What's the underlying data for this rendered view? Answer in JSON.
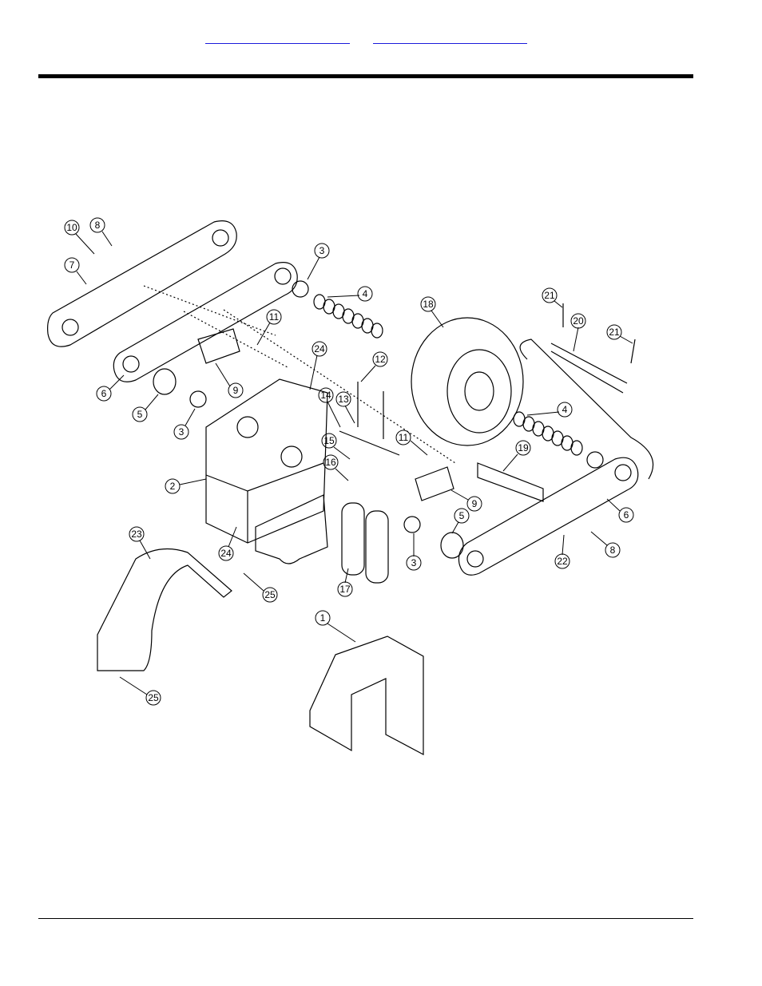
{
  "header": {
    "links": [
      "",
      ""
    ]
  },
  "callouts": [
    {
      "id": "c10",
      "label": "10"
    },
    {
      "id": "c8a",
      "label": "8"
    },
    {
      "id": "c7",
      "label": "7"
    },
    {
      "id": "c3a",
      "label": "3"
    },
    {
      "id": "c4a",
      "label": "4"
    },
    {
      "id": "c18",
      "label": "18"
    },
    {
      "id": "c21a",
      "label": "21"
    },
    {
      "id": "c20",
      "label": "20"
    },
    {
      "id": "c21b",
      "label": "21"
    },
    {
      "id": "c11a",
      "label": "11"
    },
    {
      "id": "c24a",
      "label": "24"
    },
    {
      "id": "c6a",
      "label": "6"
    },
    {
      "id": "c5a",
      "label": "5"
    },
    {
      "id": "c9a",
      "label": "9"
    },
    {
      "id": "c12",
      "label": "12"
    },
    {
      "id": "c3b",
      "label": "3"
    },
    {
      "id": "c14",
      "label": "14"
    },
    {
      "id": "c13",
      "label": "13"
    },
    {
      "id": "c4b",
      "label": "4"
    },
    {
      "id": "c2",
      "label": "2"
    },
    {
      "id": "c15",
      "label": "15"
    },
    {
      "id": "c11b",
      "label": "11"
    },
    {
      "id": "c19",
      "label": "19"
    },
    {
      "id": "c16",
      "label": "16"
    },
    {
      "id": "c9b",
      "label": "9"
    },
    {
      "id": "c6b",
      "label": "6"
    },
    {
      "id": "c23",
      "label": "23"
    },
    {
      "id": "c5b",
      "label": "5"
    },
    {
      "id": "c8b",
      "label": "8"
    },
    {
      "id": "c24b",
      "label": "24"
    },
    {
      "id": "c22",
      "label": "22"
    },
    {
      "id": "c3c",
      "label": "3"
    },
    {
      "id": "c25a",
      "label": "25"
    },
    {
      "id": "c17",
      "label": "17"
    },
    {
      "id": "c1",
      "label": "1"
    },
    {
      "id": "c25b",
      "label": "25"
    }
  ],
  "colors": {
    "line": "#000000",
    "link": "#1a1adb",
    "fill": "#ffffff",
    "shade": "#d9d9d9"
  }
}
